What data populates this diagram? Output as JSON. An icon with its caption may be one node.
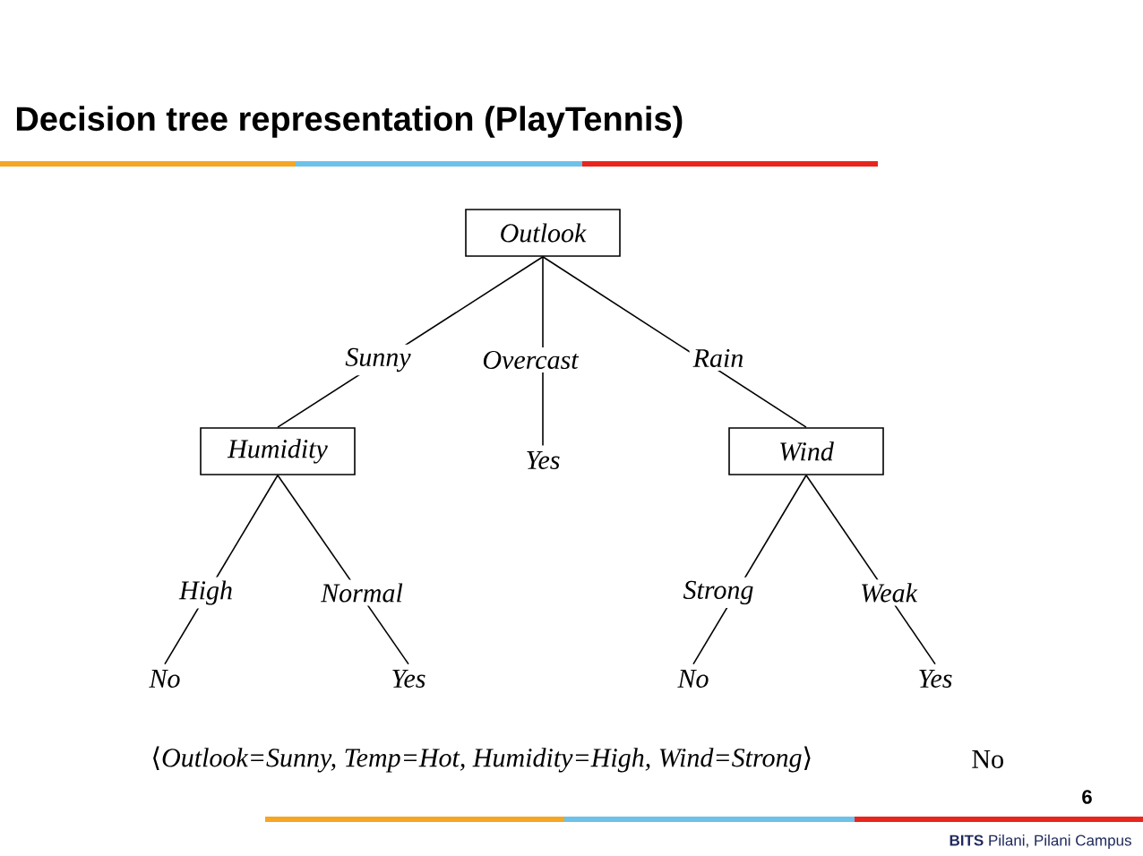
{
  "diagram": {
    "title": "Decision tree representation (PlayTennis)",
    "nodes": [
      {
        "text": [
          "Outlook"
        ]
      },
      {
        "text": [
          "Humidity"
        ]
      },
      {
        "text": [
          "Yes"
        ]
      },
      {
        "text": [
          "Wind"
        ]
      },
      {
        "text": [
          "No"
        ]
      },
      {
        "text": [
          "Yes"
        ]
      },
      {
        "text": [
          "No"
        ]
      },
      {
        "text": [
          "Yes"
        ]
      }
    ],
    "edges": [
      {
        "from": 0,
        "to": 1,
        "arrow": "none",
        "label": "Sunny"
      },
      {
        "from": 0,
        "to": 2,
        "arrow": "none",
        "label": "Overcast"
      },
      {
        "from": 0,
        "to": 3,
        "arrow": "none",
        "label": "Rain"
      },
      {
        "from": 1,
        "to": 4,
        "arrow": "none",
        "label": "High"
      },
      {
        "from": 1,
        "to": 5,
        "arrow": "none",
        "label": "Normal"
      },
      {
        "from": 3,
        "to": 6,
        "arrow": "none",
        "label": "Strong"
      },
      {
        "from": 3,
        "to": 7,
        "arrow": "none",
        "label": "Weak"
      }
    ],
    "labels": [
      "⟨Outlook=Sunny, Temp=Hot, Humidity=High, Wind=Strong⟩",
      "No",
      "6",
      "**BITS** Pilani, Pilani Campus"
    ]
  }
}
